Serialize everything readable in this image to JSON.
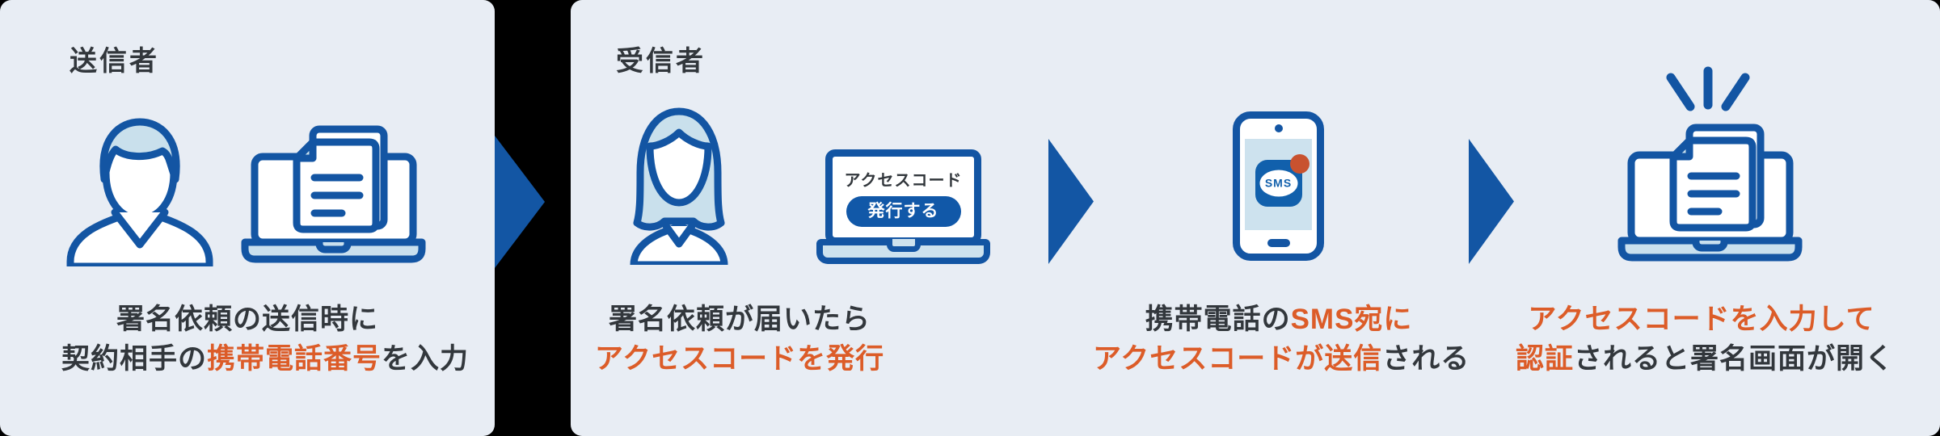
{
  "colors": {
    "background_gap": "#000000",
    "panel_bg": "#e8edf4",
    "icon_blue": "#1355a3",
    "button_blue": "#1158a8",
    "light_blue_fill": "#cde2ee",
    "accent_orange": "#dc5c28",
    "notification_dot": "#c8522f",
    "dark_text": "#32373c"
  },
  "icons": {
    "sender_person": "business-man-icon",
    "receiver_person": "business-woman-icon",
    "laptop_documents": "laptop-documents-icon",
    "laptop_access_code": "laptop-access-code-icon",
    "smartphone": "smartphone-sms-icon",
    "sms_app": "sms-app-icon",
    "notification": "notification-dot-icon",
    "flow_arrow": "arrow-right-icon",
    "sparkle": "sparkle-lines-icon"
  },
  "panels": {
    "sender": {
      "label": "送信者",
      "caption_lines": [
        [
          {
            "text": "署名依頼の送信時に",
            "accent": false
          }
        ],
        [
          {
            "text": "契約相手の",
            "accent": false
          },
          {
            "text": "携帯電話番号",
            "accent": true
          },
          {
            "text": "を入力",
            "accent": false
          }
        ]
      ]
    },
    "receiver": {
      "label": "受信者",
      "steps": [
        {
          "id": "issue-access-code",
          "screen": {
            "title": "アクセスコード",
            "button_label": "発行する"
          },
          "caption_lines": [
            [
              {
                "text": "署名依頼が届いたら",
                "accent": false
              }
            ],
            [
              {
                "text": "アクセスコードを発行",
                "accent": true
              }
            ]
          ]
        },
        {
          "id": "sms-received",
          "phone": {
            "app_label": "SMS"
          },
          "caption_lines": [
            [
              {
                "text": "携帯電話の",
                "accent": false
              },
              {
                "text": "SMS宛に",
                "accent": true
              }
            ],
            [
              {
                "text": "アクセスコードが送信",
                "accent": true
              },
              {
                "text": "される",
                "accent": false
              }
            ]
          ]
        },
        {
          "id": "open-sign-screen",
          "caption_lines": [
            [
              {
                "text": "アクセスコードを入力して",
                "accent": true
              }
            ],
            [
              {
                "text": "認証",
                "accent": true
              },
              {
                "text": "されると署名画面が開く",
                "accent": false
              }
            ]
          ]
        }
      ]
    }
  }
}
